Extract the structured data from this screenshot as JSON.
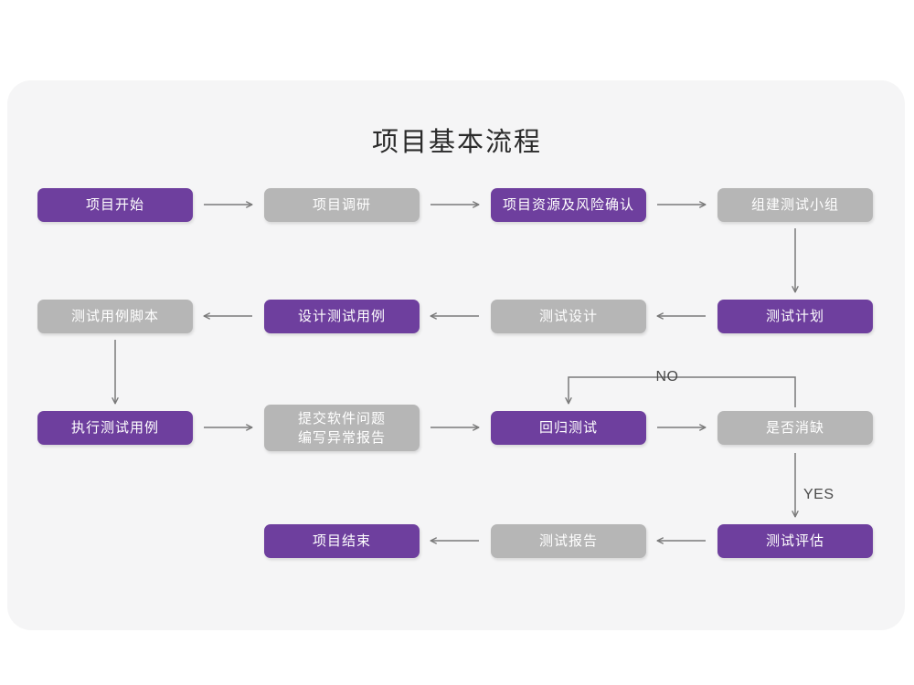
{
  "page": {
    "background": "#ffffff",
    "card_background": "#f5f5f6"
  },
  "diagram": {
    "title": "项目基本流程",
    "colors": {
      "active": "#6e3f9e",
      "inactive": "#b6b6b6",
      "connector": "#7a7a7a",
      "text_on_node": "#ffffff",
      "title_text": "#2b2b2b",
      "edge_label_text": "#4a4a4a"
    },
    "nodes": [
      {
        "id": "n1",
        "label": "项目开始",
        "state": "active",
        "row": 1,
        "col": 1
      },
      {
        "id": "n2",
        "label": "项目调研",
        "state": "inactive",
        "row": 1,
        "col": 2
      },
      {
        "id": "n3",
        "label": "项目资源及风险确认",
        "state": "active",
        "row": 1,
        "col": 3
      },
      {
        "id": "n4",
        "label": "组建测试小组",
        "state": "inactive",
        "row": 1,
        "col": 4
      },
      {
        "id": "n5",
        "label": "测试用例脚本",
        "state": "inactive",
        "row": 2,
        "col": 1
      },
      {
        "id": "n6",
        "label": "设计测试用例",
        "state": "active",
        "row": 2,
        "col": 2
      },
      {
        "id": "n7",
        "label": "测试设计",
        "state": "inactive",
        "row": 2,
        "col": 3
      },
      {
        "id": "n8",
        "label": "测试计划",
        "state": "active",
        "row": 2,
        "col": 4
      },
      {
        "id": "n9",
        "label": "执行测试用例",
        "state": "active",
        "row": 3,
        "col": 1
      },
      {
        "id": "n10",
        "label": "提交软件问题\n编写异常报告",
        "state": "inactive",
        "row": 3,
        "col": 2
      },
      {
        "id": "n11",
        "label": "回归测试",
        "state": "active",
        "row": 3,
        "col": 3
      },
      {
        "id": "n12",
        "label": "是否消缺",
        "state": "inactive",
        "row": 3,
        "col": 4
      },
      {
        "id": "n13",
        "label": "项目结束",
        "state": "active",
        "row": 4,
        "col": 2
      },
      {
        "id": "n14",
        "label": "测试报告",
        "state": "inactive",
        "row": 4,
        "col": 3
      },
      {
        "id": "n15",
        "label": "测试评估",
        "state": "active",
        "row": 4,
        "col": 4
      }
    ],
    "edge_labels": [
      {
        "id": "e-no",
        "text": "NO"
      },
      {
        "id": "e-yes",
        "text": "YES"
      }
    ]
  }
}
